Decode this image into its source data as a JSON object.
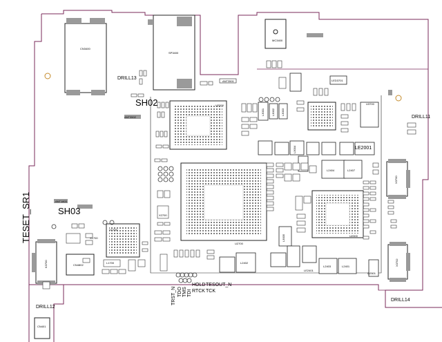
{
  "board": {
    "outline_color": "#7a2a5a",
    "copper_color": "#222222",
    "pad_color": "#9a9a9a",
    "labels": {
      "sh02": "SH02",
      "sh03": "SH03",
      "teset": "TESET_SR1",
      "drill11": "DRILL11",
      "drill12": "DRILL12",
      "drill13": "DRILL13",
      "drill14": "DRILL14",
      "cn3400": "CN3400",
      "sp3400": "SP3400",
      "mc3400": "MC3400",
      "u2700": "U2700",
      "u2300": "U2300",
      "u1700": "U1700",
      "x2700": "X2700",
      "x1700": "X1700",
      "l2404": "L2404",
      "l2407": "L2407",
      "l2403": "L2403",
      "l2401": "L2401",
      "l2402": "L2402",
      "l2403b": "L1700",
      "le2401": "LE2401",
      "le2001": "LE2001",
      "led3701": "LED3701",
      "x3700": "X3700",
      "x3702": "X3702",
      "k3700": "K3700",
      "cn4802": "CN4802",
      "cn401": "CN401",
      "ant3501": "ANT3501",
      "ant3502": "ANT3502",
      "ant1803": "ANT1803",
      "q2501": "Q2501",
      "l3001": "L3001",
      "l3002": "L3002",
      "l3003": "L3003",
      "l3004": "L3004",
      "l3005": "L3005",
      "u2200": "U2200",
      "u3700": "U3700"
    },
    "test_points": {
      "hold": "HOLD",
      "tesout": "TESOUT_N",
      "rtck": "RTCK",
      "tck": "TCK",
      "trst": "TRST_N",
      "tdo": "TDO",
      "tms": "TMS",
      "tdi": "TDI"
    }
  }
}
